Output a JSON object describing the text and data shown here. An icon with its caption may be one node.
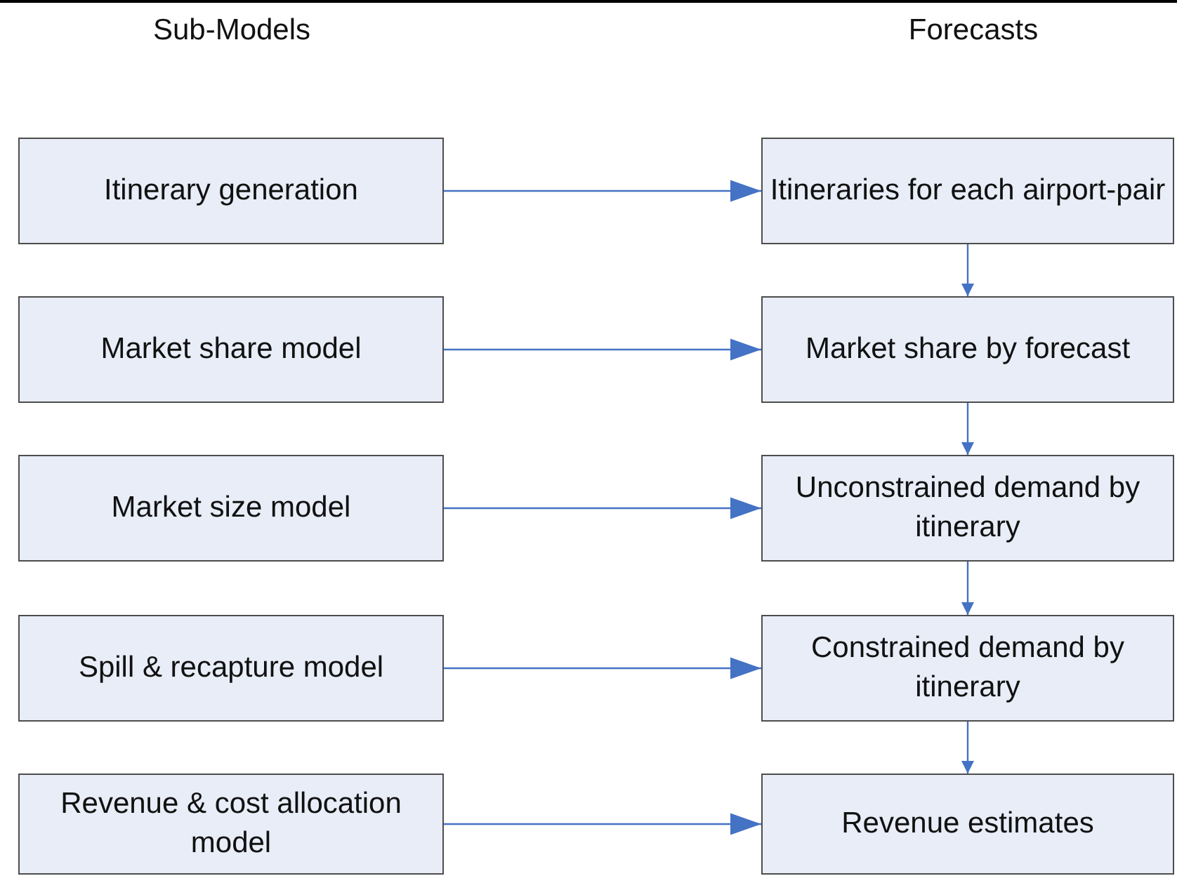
{
  "diagram": {
    "nodes": [
      {
        "text": [
          "Itinerary generation"
        ]
      },
      {
        "text": [
          "Itineraries for each airport-pair"
        ]
      },
      {
        "text": [
          "Market share model"
        ]
      },
      {
        "text": [
          "Market share by forecast"
        ]
      },
      {
        "text": [
          "Market size model"
        ]
      },
      {
        "text": [
          "Unconstrained demand by itinerary"
        ]
      },
      {
        "text": [
          "Spill & recapture model"
        ]
      },
      {
        "text": [
          "Constrained demand by itinerary"
        ]
      },
      {
        "text": [
          "Revenue & cost allocation model"
        ]
      },
      {
        "text": [
          "Revenue estimates"
        ]
      }
    ],
    "edges": [
      {
        "from": 0,
        "to": 1,
        "arrow": "to"
      },
      {
        "from": 2,
        "to": 3,
        "arrow": "to"
      },
      {
        "from": 4,
        "to": 5,
        "arrow": "to"
      },
      {
        "from": 6,
        "to": 7,
        "arrow": "to"
      },
      {
        "from": 8,
        "to": 9,
        "arrow": "to"
      },
      {
        "from": 1,
        "to": 3,
        "arrow": "to"
      },
      {
        "from": 3,
        "to": 5,
        "arrow": "to"
      },
      {
        "from": 5,
        "to": 7,
        "arrow": "to"
      },
      {
        "from": 7,
        "to": 9,
        "arrow": "to"
      }
    ],
    "labels": [
      "Sub-Models",
      "Forecasts"
    ]
  }
}
